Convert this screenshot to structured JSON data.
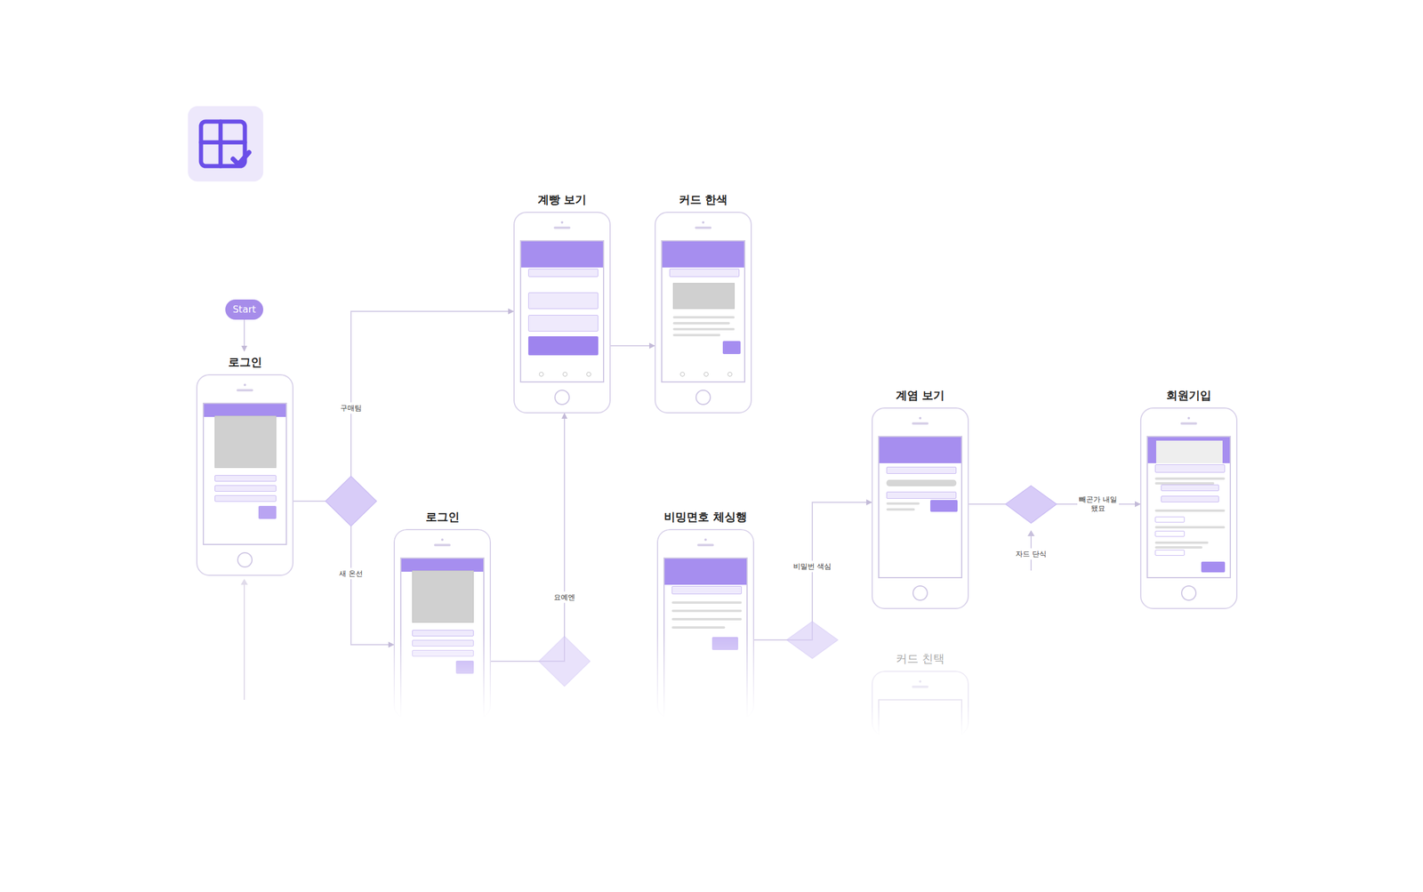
{
  "diagram": {
    "nodes": [
      {
        "text": [
          "Start"
        ]
      },
      {
        "text": [
          "로그인"
        ]
      },
      {
        "text": [
          "계빵 보기"
        ]
      },
      {
        "text": [
          "커드 한색"
        ]
      },
      {
        "text": [
          "로그인"
        ]
      },
      {
        "text": [
          "비밍면호 체싱행"
        ]
      },
      {
        "text": [
          "계염 보기"
        ]
      },
      {
        "text": [
          "회원기입"
        ]
      },
      {
        "text": [
          "커드 친택"
        ]
      }
    ],
    "edges": [
      {
        "from": 0,
        "to": 1,
        "arrow": "to"
      },
      {
        "from": 1,
        "to": 2,
        "label": "구매팀",
        "arrow": "to"
      },
      {
        "from": 1,
        "to": 4,
        "label": "새 온선",
        "arrow": "to"
      },
      {
        "from": 2,
        "to": 3,
        "arrow": "to"
      },
      {
        "from": 4,
        "to": 2,
        "label": "요예엔",
        "arrow": "to"
      },
      {
        "from": 5,
        "to": 6,
        "label": "비밀번 색심",
        "arrow": "to"
      },
      {
        "from": 6,
        "to": 7,
        "label": "빼곤가 내일 됐묘",
        "arrow": "to"
      }
    ],
    "labels": [
      "자드 단식"
    ]
  }
}
